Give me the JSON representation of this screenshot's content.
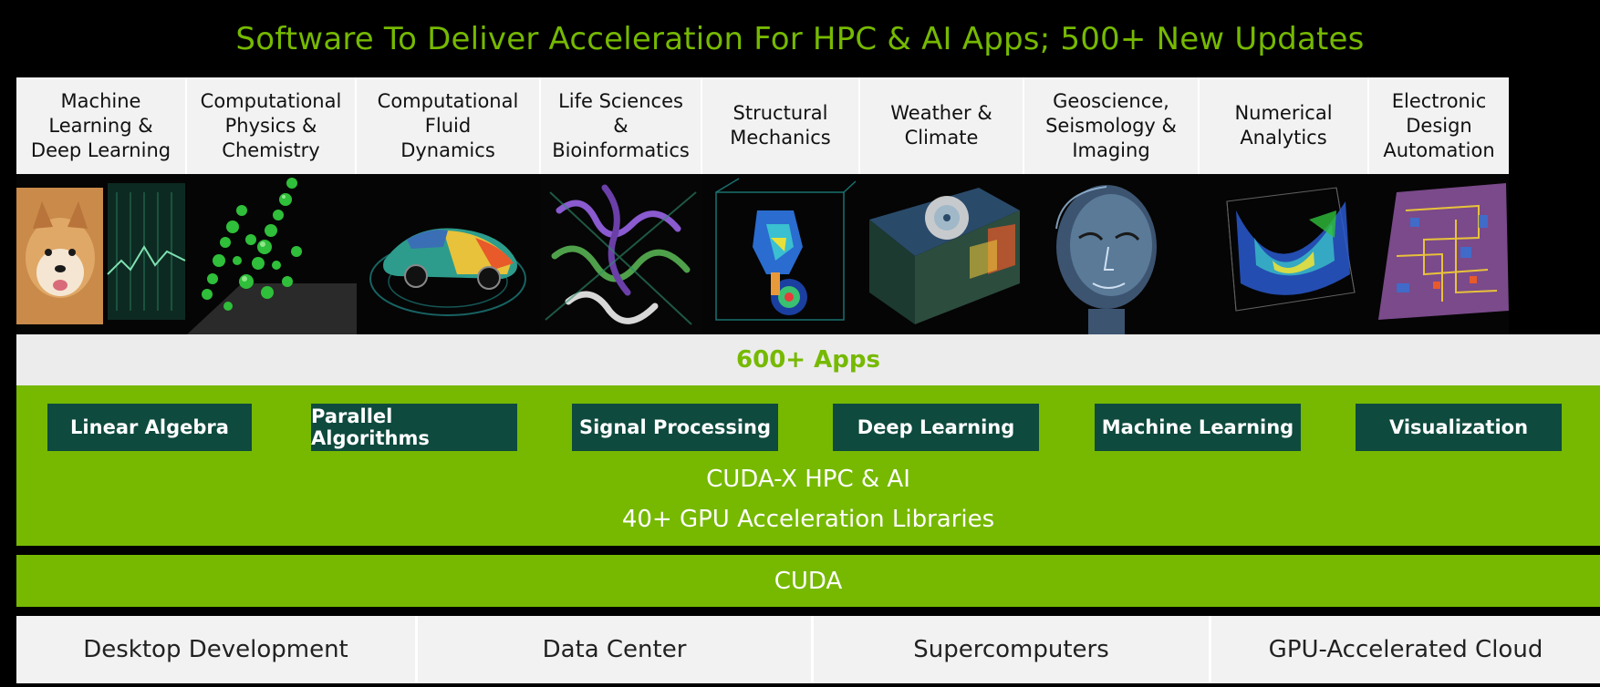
{
  "title": "Software To Deliver Acceleration For HPC & AI Apps; 500+ New Updates",
  "categories": [
    "Machine\nLearning &\nDeep Learning",
    "Computational\nPhysics &\nChemistry",
    "Computational\nFluid\nDynamics",
    "Life Sciences\n&\nBioinformatics",
    "Structural\nMechanics",
    "Weather &\nClimate",
    "Geoscience,\nSeismology &\nImaging",
    "Numerical\nAnalytics",
    "Electronic\nDesign\nAutomation"
  ],
  "images": [
    "dog-and-neural-net-image",
    "molecule-spheres-image",
    "car-airflow-image",
    "protein-structure-image",
    "stress-simulation-image",
    "hurricane-image",
    "head-scan-image",
    "surface-plot-image",
    "circuit-chip-image"
  ],
  "apps_label": "600+ Apps",
  "libraries": [
    "Linear Algebra",
    "Parallel Algorithms",
    "Signal Processing",
    "Deep Learning",
    "Machine Learning",
    "Visualization"
  ],
  "cudax_title": "CUDA-X HPC & AI",
  "cudax_subtitle": "40+ GPU Acceleration Libraries",
  "cuda_label": "CUDA",
  "platforms": [
    "Desktop Development",
    "Data Center",
    "Supercomputers",
    "GPU-Accelerated Cloud"
  ],
  "colors": {
    "accent_green": "#76b900",
    "library_button": "#0e4a3e",
    "background": "#000000",
    "cell_gray": "#f2f2f2"
  }
}
